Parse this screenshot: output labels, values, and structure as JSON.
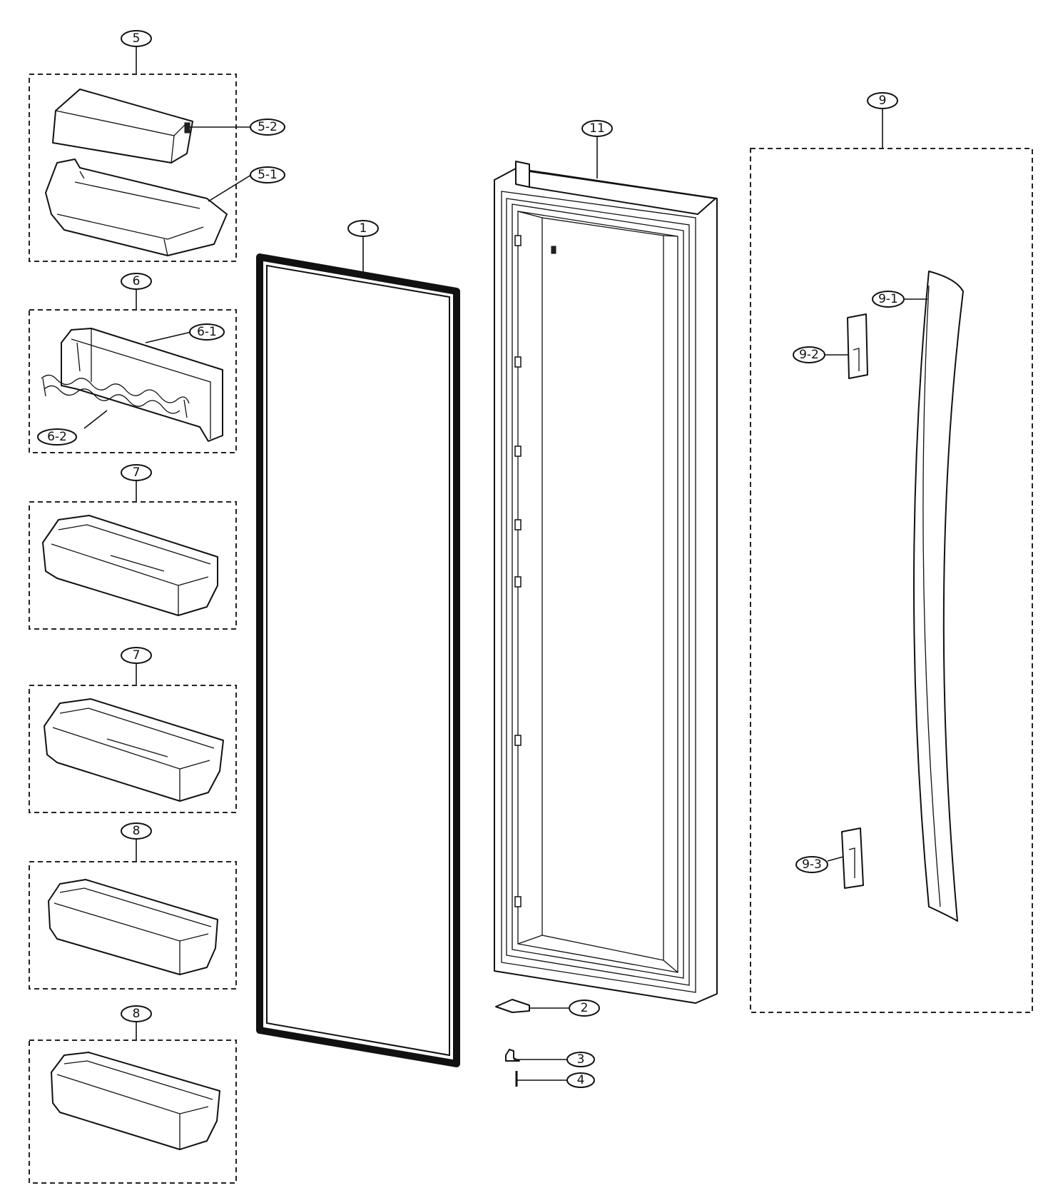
{
  "callouts": {
    "c5": "5",
    "c5_2": "5-2",
    "c5_1": "5-1",
    "c6": "6",
    "c6_1": "6-1",
    "c6_2": "6-2",
    "c7a": "7",
    "c7b": "7",
    "c8a": "8",
    "c8b": "8",
    "c1": "1",
    "c11": "11",
    "c9": "9",
    "c9_1": "9-1",
    "c9_2": "9-2",
    "c9_3": "9-3",
    "c2": "2",
    "c3": "3",
    "c4": "4"
  }
}
